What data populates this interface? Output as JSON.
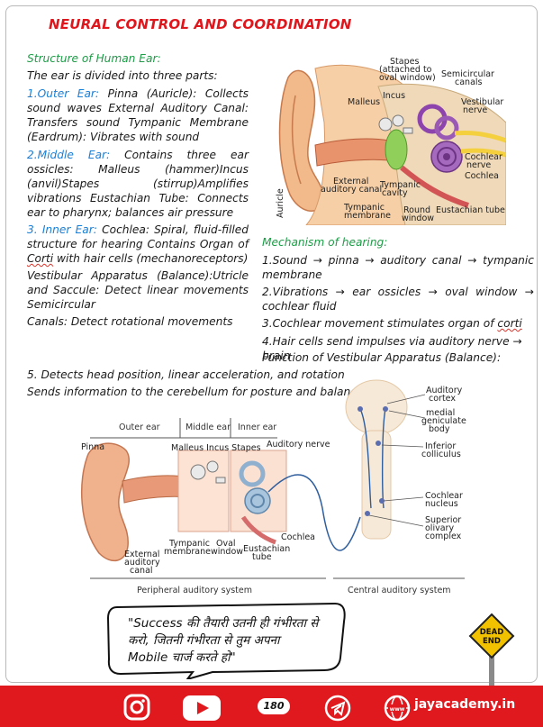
{
  "title": "NEURAL CONTROL AND COORDINATION",
  "left": {
    "heading": "Structure of Human Ear:",
    "intro": "The ear is divided into three parts:",
    "outer_label": "1.Outer Ear:",
    "outer_text": " Pinna (Auricle): Collects sound waves External Auditory Canal: Transfers sound Tympanic Membrane (Eardrum): Vibrates with sound",
    "middle_label": "2.Middle Ear:",
    "middle_text": " Contains three ear ossicles: Malleus (hammer)Incus (anvil)Stapes (stirrup)Amplifies vibrations Eustachian Tube: Connects ear to pharynx; balances air pressure",
    "inner_label": "3. Inner Ear:",
    "inner_text_a": " Cochlea: Spiral, fluid-filled structure for hearing Contains Organ of ",
    "inner_corti": "Corti",
    "inner_text_b": " with hair cells (mechanoreceptors)",
    "vestibular": "Vestibular Apparatus (Balance):Utricle and Saccule: Detect linear movements Semicircular",
    "canals": "Canals: Detect rotational movements"
  },
  "mechanism": {
    "heading": "Mechanism of hearing:",
    "step1": "1.Sound → pinna → auditory canal → tympanic membrane",
    "step2": "2.Vibrations → ear ossicles → oval window → cochlear fluid",
    "step3_a": "3.Cochlear movement stimulates organ of ",
    "step3_corti": "corti",
    "step4": "4.Hair cells send impulses via auditory nerve → brain",
    "vestibular_fn": "Function of Vestibular Apparatus (Balance):",
    "step5": "5. Detects head position, linear acceleration, and rotation",
    "sends": "Sends information to the cerebellum for posture and balance"
  },
  "diagram1": {
    "stapes": "Stapes",
    "stapes_note1": "(attached to",
    "stapes_note2": "oval window)",
    "semicircular1": "Semicircular",
    "semicircular2": "canals",
    "malleus": "Malleus",
    "incus": "Incus",
    "vestibular1": "Vestibular",
    "vestibular2": "nerve",
    "cochlear_nerve1": "Cochlear",
    "cochlear_nerve2": "nerve",
    "cochlea": "Cochlea",
    "external1": "External",
    "external2": "auditory canal",
    "tympanic1": "Tympanic",
    "tympanic2": "cavity",
    "tympanic_membrane1": "Tympanic",
    "tympanic_membrane2": "membrane",
    "round1": "Round",
    "round2": "window",
    "eustachian": "Eustachian tube",
    "auricle": "Auricle"
  },
  "diagram2": {
    "outer_ear": "Outer ear",
    "middle_ear": "Middle ear",
    "inner_ear": "Inner ear",
    "pinna": "Pinna",
    "ossicles": "Malleus Incus Stapes",
    "auditory_nerve": "Auditory nerve",
    "auditory_cortex1": "Auditory",
    "auditory_cortex2": "cortex",
    "medial1": "medial",
    "medial2": "geniculate",
    "medial3": "body",
    "inferior1": "Inferior",
    "inferior2": "colliculus",
    "cochlear_nucleus1": "Cochlear",
    "cochlear_nucleus2": "nucleus",
    "superior1": "Superior",
    "superior2": "olivary",
    "superior3": "complex",
    "cochlea": "Cochlea",
    "tympanic1": "Tympanic",
    "tympanic2": "membrane",
    "oval1": "Oval",
    "oval2": "window",
    "eustachian1": "Eustachian",
    "eustachian2": "tube",
    "external1": "External",
    "external2": "auditory",
    "external3": "canal",
    "peripheral": "Peripheral auditory system",
    "central": "Central auditory system"
  },
  "quote": {
    "line1": "\"Success की तैयारी उतनी ही गंभीरता से",
    "line2": "करो, जितनी गंभीरता से तुम अपना",
    "line3": "Mobile चार्ज करते हो\""
  },
  "sign": {
    "line1": "DEAD",
    "line2": "END"
  },
  "footer": {
    "page_number": "180",
    "website": "jayacademy.in",
    "www": "www"
  },
  "colors": {
    "accent_red": "#e0161d",
    "heading_green": "#1e9c47",
    "label_blue": "#1b7fd6",
    "sign_yellow": "#f2c200"
  }
}
